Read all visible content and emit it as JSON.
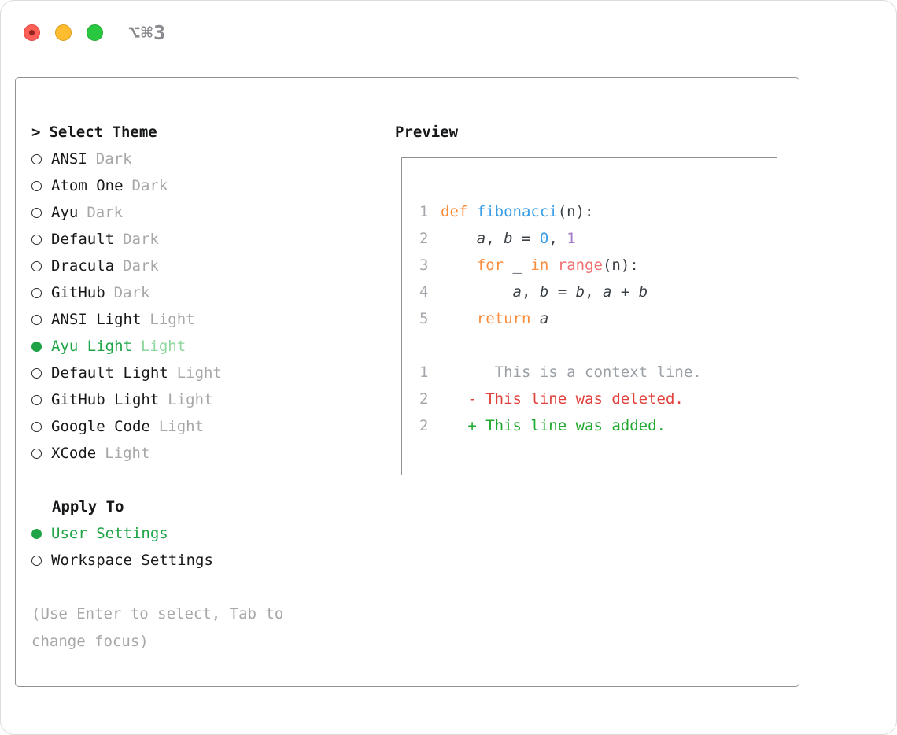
{
  "window": {
    "shortcut": "⌥⌘3"
  },
  "theme_selector": {
    "prompt_char": ">",
    "title": "Select Theme",
    "items": [
      {
        "name": "ANSI",
        "variant": "Dark",
        "selected": false
      },
      {
        "name": "Atom One",
        "variant": "Dark",
        "selected": false
      },
      {
        "name": "Ayu",
        "variant": "Dark",
        "selected": false
      },
      {
        "name": "Default",
        "variant": "Dark",
        "selected": false
      },
      {
        "name": "Dracula",
        "variant": "Dark",
        "selected": false
      },
      {
        "name": "GitHub",
        "variant": "Dark",
        "selected": false
      },
      {
        "name": "ANSI Light",
        "variant": "Light",
        "selected": false
      },
      {
        "name": "Ayu Light",
        "variant": "Light",
        "selected": true
      },
      {
        "name": "Default Light",
        "variant": "Light",
        "selected": false
      },
      {
        "name": "GitHub Light",
        "variant": "Light",
        "selected": false
      },
      {
        "name": "Google Code",
        "variant": "Light",
        "selected": false
      },
      {
        "name": "XCode",
        "variant": "Light",
        "selected": false
      }
    ]
  },
  "apply_to": {
    "title": "Apply To",
    "options": [
      {
        "name": "User Settings",
        "selected": true
      },
      {
        "name": "Workspace Settings",
        "selected": false
      }
    ]
  },
  "hint": "(Use Enter to select, Tab to change focus)",
  "preview": {
    "title": "Preview",
    "code_lines": [
      {
        "num": "1",
        "tokens": [
          {
            "t": "def",
            "c": "keyword"
          },
          {
            "t": " "
          },
          {
            "t": "fibonacci",
            "c": "function"
          },
          {
            "t": "(n):"
          }
        ]
      },
      {
        "num": "2",
        "tokens": [
          {
            "t": "    "
          },
          {
            "t": "a",
            "i": true
          },
          {
            "t": ", "
          },
          {
            "t": "b",
            "i": true
          },
          {
            "t": " = "
          },
          {
            "t": "0",
            "c": "number-blue"
          },
          {
            "t": ", "
          },
          {
            "t": "1",
            "c": "number-purple"
          }
        ]
      },
      {
        "num": "3",
        "tokens": [
          {
            "t": "    "
          },
          {
            "t": "for",
            "c": "keyword"
          },
          {
            "t": " _ "
          },
          {
            "t": "in",
            "c": "keyword"
          },
          {
            "t": " "
          },
          {
            "t": "range",
            "c": "builtin"
          },
          {
            "t": "(n):"
          }
        ]
      },
      {
        "num": "4",
        "tokens": [
          {
            "t": "        "
          },
          {
            "t": "a",
            "i": true
          },
          {
            "t": ", "
          },
          {
            "t": "b",
            "i": true
          },
          {
            "t": " = "
          },
          {
            "t": "b",
            "i": true
          },
          {
            "t": ", "
          },
          {
            "t": "a",
            "i": true
          },
          {
            "t": " + "
          },
          {
            "t": "b",
            "i": true
          }
        ]
      },
      {
        "num": "5",
        "tokens": [
          {
            "t": "    "
          },
          {
            "t": "return",
            "c": "keyword"
          },
          {
            "t": " "
          },
          {
            "t": "a",
            "i": true
          }
        ]
      }
    ],
    "diff_lines": [
      {
        "num": "1",
        "text": "      This is a context line.",
        "kind": "context"
      },
      {
        "num": "2",
        "text": "   - This line was deleted.",
        "kind": "deleted"
      },
      {
        "num": "2",
        "text": "   + This line was added.",
        "kind": "added"
      }
    ]
  },
  "colors": {
    "keyword": "#fa8d3e",
    "function": "#399ee6",
    "number-blue": "#399ee6",
    "number-purple": "#a37acc",
    "builtin": "#f07171",
    "selected-green": "#1ea446",
    "selected-green-muted": "#8ed79e",
    "deleted-red": "#e0413c",
    "added-green": "#1faa2f"
  }
}
